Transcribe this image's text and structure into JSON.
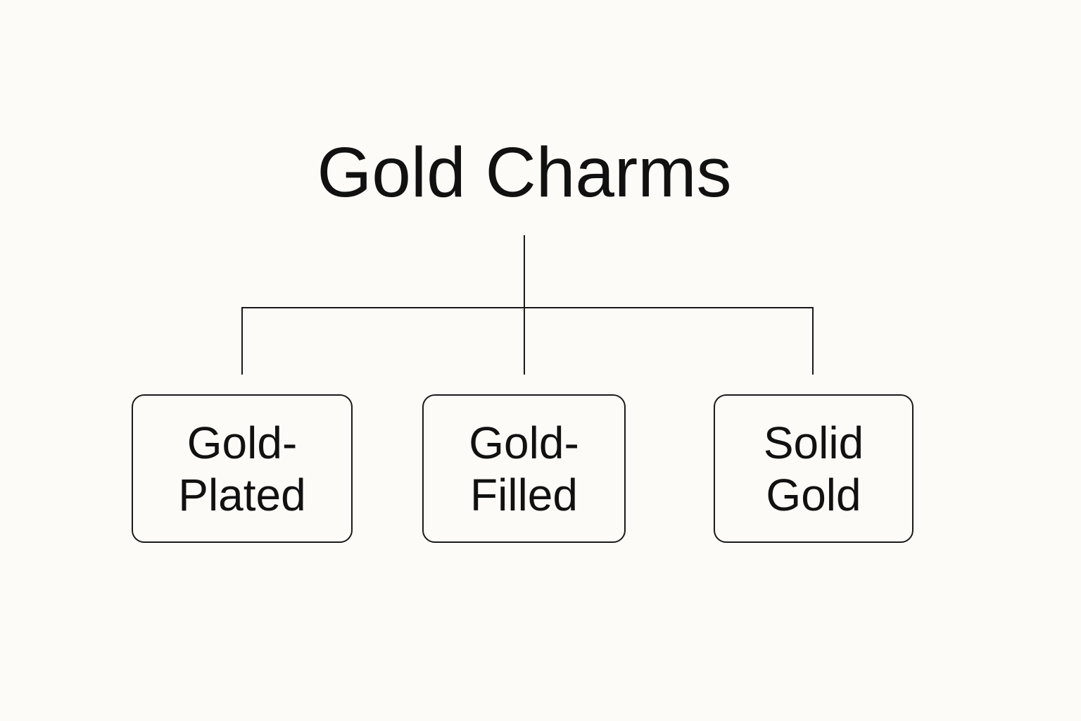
{
  "diagram": {
    "root": {
      "label": "Gold Charms"
    },
    "children": [
      {
        "line1": "Gold-",
        "line2": "Plated"
      },
      {
        "line1": "Gold-",
        "line2": "Filled"
      },
      {
        "line1": "Solid",
        "line2": "Gold"
      }
    ]
  }
}
